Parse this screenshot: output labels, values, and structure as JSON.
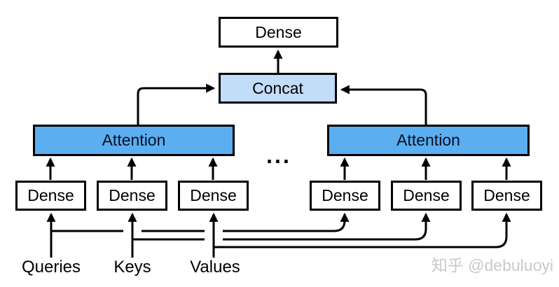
{
  "nodes": {
    "output_dense": "Dense",
    "concat": "Concat",
    "attention_left": "Attention",
    "attention_right": "Attention",
    "dense": "Dense"
  },
  "ellipsis": "...",
  "inputs": [
    {
      "label": "Queries"
    },
    {
      "label": "Keys"
    },
    {
      "label": "Values"
    }
  ],
  "watermark": "知乎 @debuluoyi",
  "colors": {
    "attention_fill": "#5BAEF0",
    "concat_fill": "#C2DDF8",
    "dense_fill": "#FFFFFF",
    "line": "#000000",
    "text": "#000000",
    "watermark": "#C8C9CB"
  }
}
